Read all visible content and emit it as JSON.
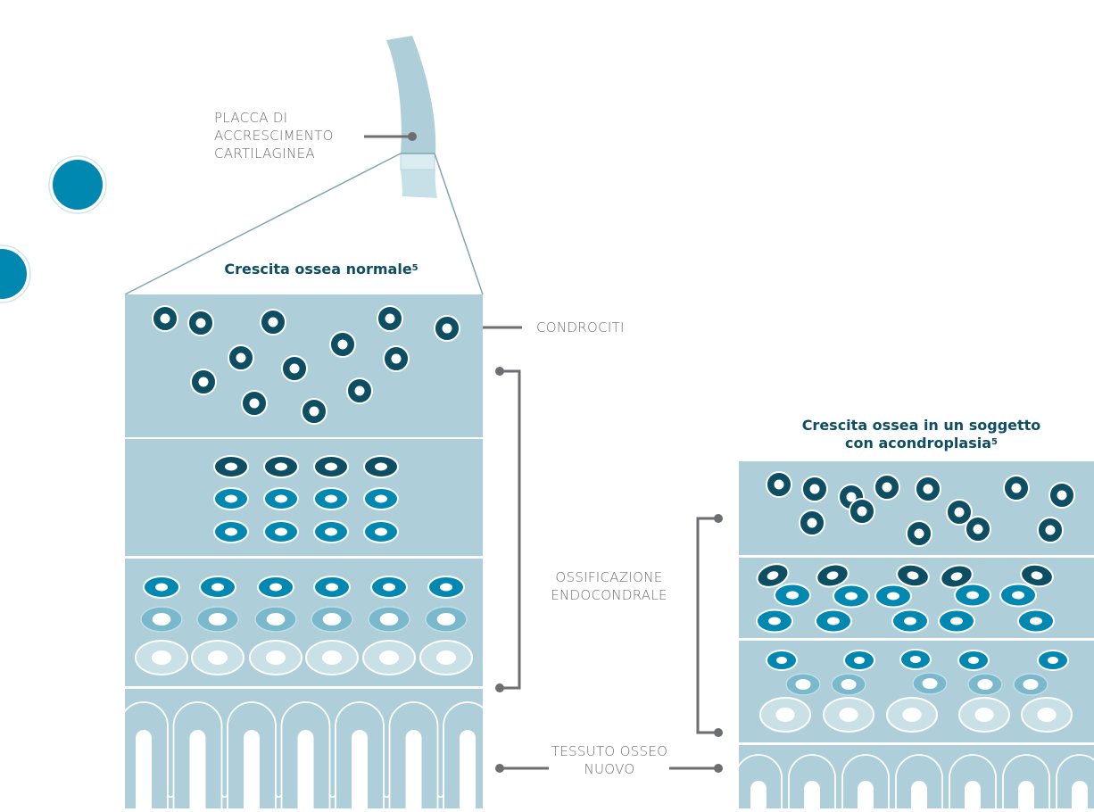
{
  "colors": {
    "panel": "#aecfd9",
    "divider": "#ffffff",
    "cell_dark": "#0d4e63",
    "cell_mid": "#0088b1",
    "cell_light": "#7ab8cb",
    "cell_pale": "#c9e0e7",
    "leader": "#6d6e71",
    "outline": "#8fb3c0",
    "deco_circle": "#0088b1",
    "bone": "#aecfd9",
    "bone_pale": "#c6e0e7"
  },
  "labels": {
    "growth_plate": [
      "PLACCA DI",
      "ACCRESCIMENTO",
      "CARTILAGINEA"
    ],
    "chondrocytes": "CONDROCITI",
    "ossification": [
      "OSSIFICAZIONE",
      "ENDOCONDRALE"
    ],
    "new_bone": [
      "TESSUTO OSSEO",
      "NUOVO"
    ]
  },
  "normal": {
    "title": "Crescita ossea normale",
    "title_ref": "5"
  },
  "achondroplasia": {
    "title_line1": "Crescita ossea in un soggetto",
    "title_line2": "con acondroplasia",
    "title_ref": "5"
  }
}
